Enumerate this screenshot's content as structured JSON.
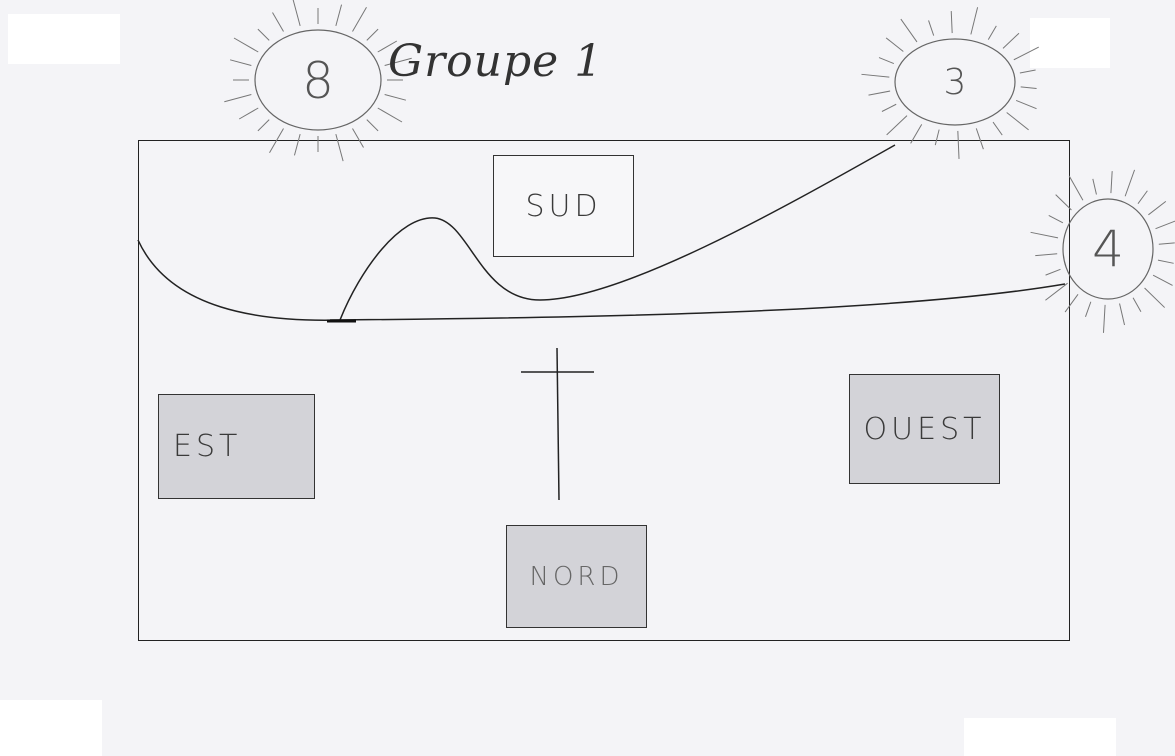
{
  "title": "Groupe 1",
  "suns": [
    {
      "label": "8"
    },
    {
      "label": "3"
    },
    {
      "label": "4"
    }
  ],
  "boxes": {
    "sud": "SUD",
    "est": "EST",
    "ouest": "OUEST",
    "nord": "NORD"
  },
  "colors": {
    "paper": "#f4f4f7",
    "ink": "#222222",
    "grey_box": "#d3d3d8"
  }
}
